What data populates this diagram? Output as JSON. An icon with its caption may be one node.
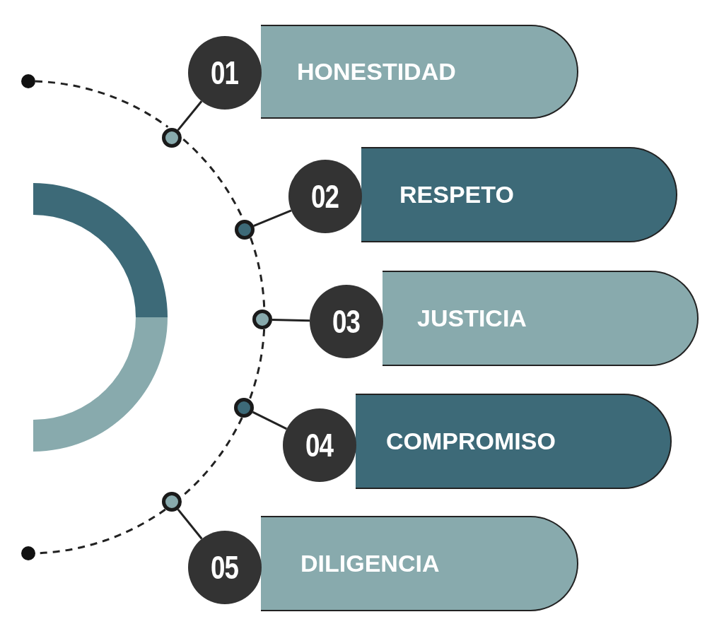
{
  "diagram": {
    "nodes": [
      {
        "text": [],
        "shape": "circle"
      },
      {
        "text": [
          "01"
        ]
      },
      {
        "text": [
          "HONESTIDAD"
        ]
      },
      {
        "text": [],
        "shape": "circle"
      },
      {
        "text": [
          "02"
        ]
      },
      {
        "text": [
          "RESPETO"
        ]
      },
      {
        "text": [],
        "shape": "circle"
      },
      {
        "text": [
          "03"
        ]
      },
      {
        "text": [
          "JUSTICIA"
        ]
      },
      {
        "text": [],
        "shape": "circle"
      },
      {
        "text": [
          "04"
        ]
      },
      {
        "text": [
          "COMPROMISO"
        ]
      },
      {
        "text": [],
        "shape": "circle"
      },
      {
        "text": [
          "05"
        ]
      },
      {
        "text": [
          "DILIGENCIA"
        ]
      },
      {
        "text": [],
        "shape": "circle"
      },
      {
        "text": [],
        "shape": "circle"
      }
    ],
    "edges": [
      {
        "from": 3,
        "to": 1,
        "arrow": "none"
      },
      {
        "from": 6,
        "to": 4,
        "arrow": "none"
      },
      {
        "from": 9,
        "to": 7,
        "arrow": "none"
      },
      {
        "from": 12,
        "to": 10,
        "arrow": "none"
      },
      {
        "from": 15,
        "to": 13,
        "arrow": "none"
      },
      {
        "from": 0,
        "to": 3,
        "arrow": "none",
        "style": "dashed"
      },
      {
        "from": 3,
        "to": 6,
        "arrow": "none",
        "style": "dashed"
      },
      {
        "from": 6,
        "to": 9,
        "arrow": "none",
        "style": "dashed"
      },
      {
        "from": 9,
        "to": 12,
        "arrow": "none",
        "style": "dashed"
      },
      {
        "from": 12,
        "to": 15,
        "arrow": "none",
        "style": "dashed"
      },
      {
        "from": 15,
        "to": 16,
        "arrow": "none",
        "style": "dashed"
      }
    ]
  }
}
